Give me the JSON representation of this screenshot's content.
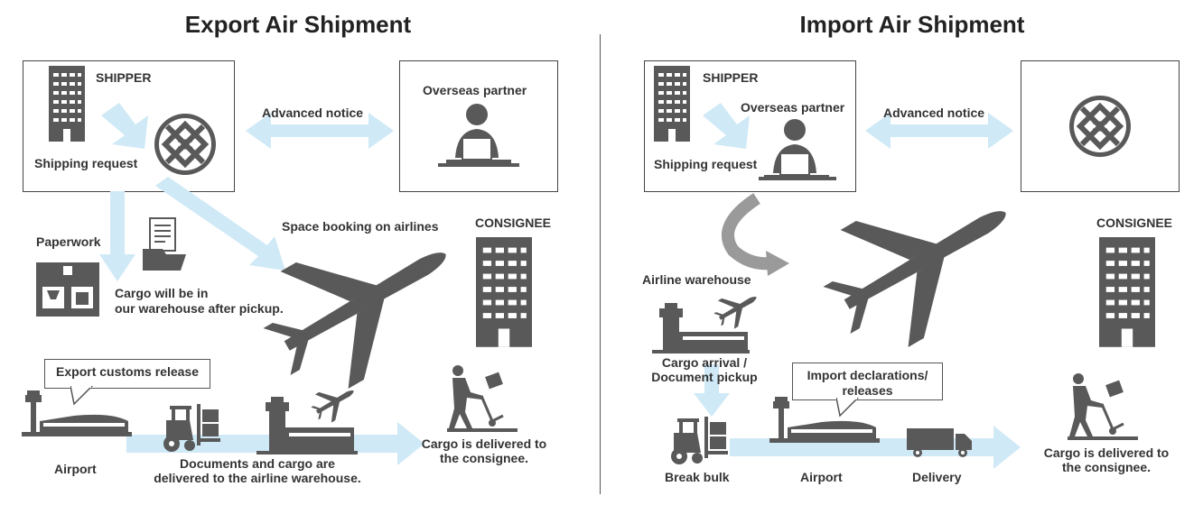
{
  "export": {
    "title": "Export Air Shipment",
    "shipper": "SHIPPER",
    "shipping_request": "Shipping request",
    "advanced_notice": "Advanced notice",
    "overseas_partner": "Overseas partner",
    "space_booking": "Space booking on airlines",
    "consignee": "CONSIGNEE",
    "paperwork": "Paperwork",
    "cargo_warehouse_1": "Cargo will be in",
    "cargo_warehouse_2": "our warehouse after pickup.",
    "customs_release": "Export customs release",
    "airport": "Airport",
    "docs_delivered_1": "Documents and cargo are",
    "docs_delivered_2": "delivered to the airline warehouse.",
    "delivered_1": "Cargo is delivered to",
    "delivered_2": "the consignee."
  },
  "import": {
    "title": "Import Air Shipment",
    "shipper": "SHIPPER",
    "overseas_partner": "Overseas partner",
    "shipping_request": "Shipping request",
    "advanced_notice": "Advanced notice",
    "consignee": "CONSIGNEE",
    "airline_warehouse": "Airline warehouse",
    "cargo_arrival_1": "Cargo arrival /",
    "cargo_arrival_2": "Document pickup",
    "declarations_1": "Import declarations/",
    "declarations_2": "releases",
    "break_bulk": "Break bulk",
    "airport": "Airport",
    "delivery": "Delivery",
    "delivered_1": "Cargo is delivered to",
    "delivered_2": "the consignee."
  },
  "colors": {
    "icon": "#595959",
    "arrow": "#cfe9f7",
    "curve": "#9a9a9a"
  }
}
